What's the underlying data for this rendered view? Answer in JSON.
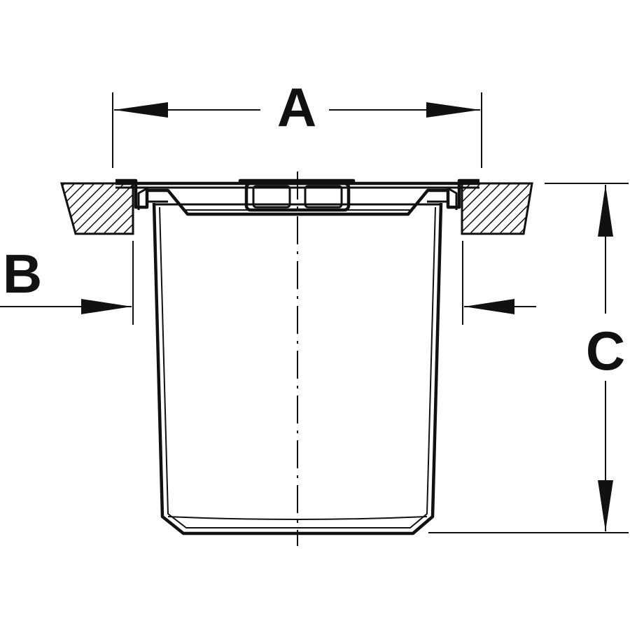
{
  "diagram": {
    "labels": {
      "a": "A",
      "b": "B",
      "c": "C"
    },
    "colors": {
      "line": "#111111",
      "background": "#ffffff"
    }
  }
}
